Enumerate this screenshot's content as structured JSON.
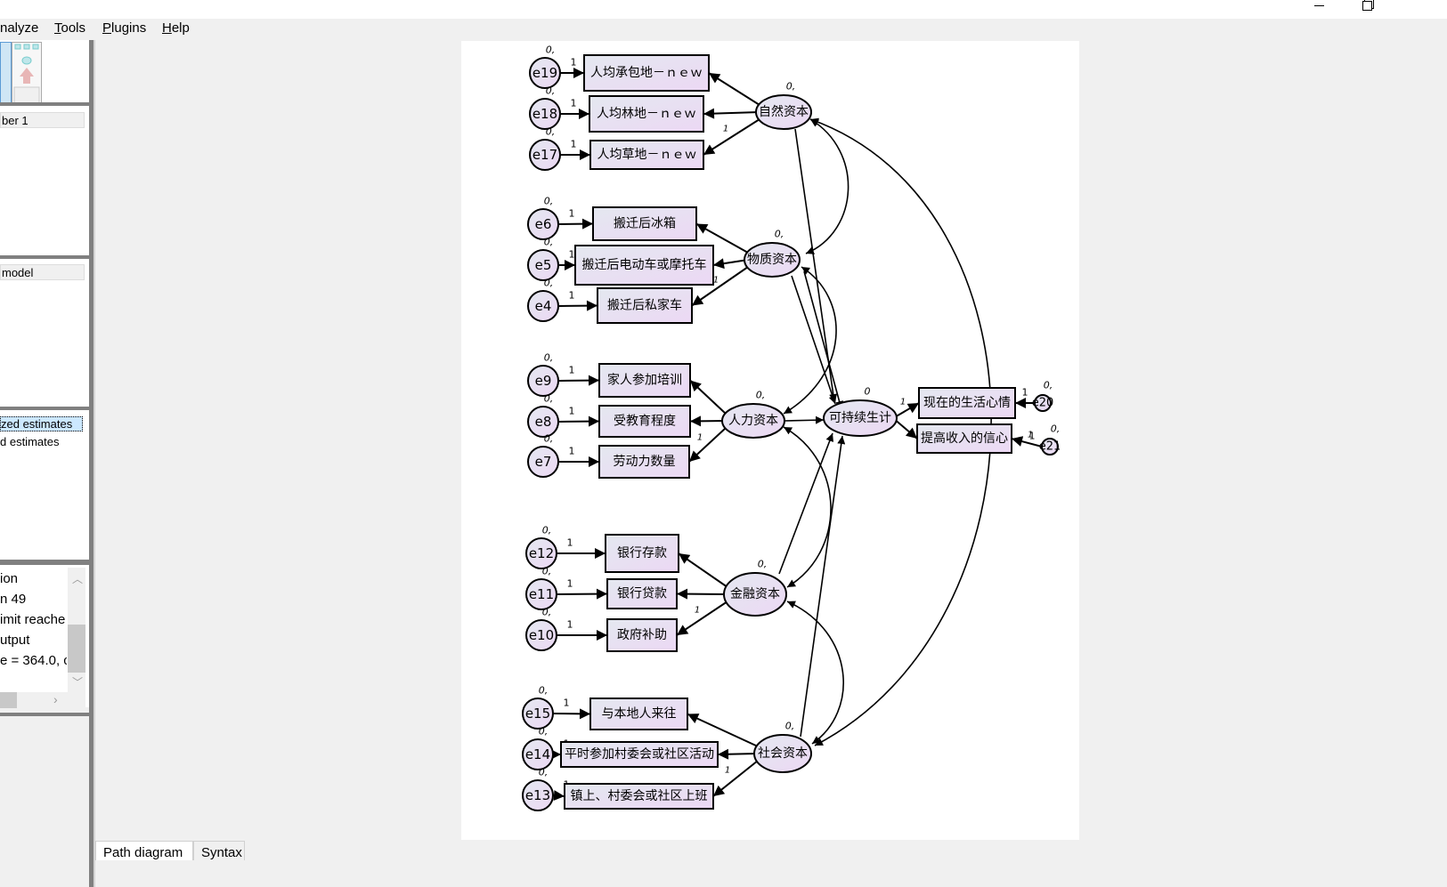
{
  "window": {
    "minimize_label": "—",
    "restore_label": "❐"
  },
  "menu": [
    "nalyze",
    "Tools",
    "Plugins",
    "Help"
  ],
  "menu_underline": [
    "",
    "T",
    "P",
    "H"
  ],
  "left_panel": {
    "groups_field": "ber 1",
    "models_field": "model",
    "estimates": [
      {
        "label": "zed estimates",
        "selected": true
      },
      {
        "label": "d estimates",
        "selected": false
      }
    ],
    "messages": [
      "ion",
      "n 49",
      "imit reache",
      "utput",
      "e = 364.0, c"
    ]
  },
  "tabs": [
    "Path diagram",
    "Syntax"
  ],
  "diagram": {
    "latent": [
      {
        "id": "natural",
        "label": "自然资本",
        "variance": "0,"
      },
      {
        "id": "physical",
        "label": "物质资本",
        "variance": "0,"
      },
      {
        "id": "human",
        "label": "人力资本",
        "variance": "0,"
      },
      {
        "id": "financial",
        "label": "金融资本",
        "variance": "0,"
      },
      {
        "id": "social",
        "label": "社会资本",
        "variance": "0,"
      },
      {
        "id": "livelihood",
        "label": "可持续生计",
        "variance": "0"
      }
    ],
    "observed": [
      {
        "label": "人均承包地－ｎｅｗ",
        "error": "e19",
        "factor": "natural"
      },
      {
        "label": "人均林地－ｎｅｗ",
        "error": "e18",
        "factor": "natural"
      },
      {
        "label": "人均草地－ｎｅｗ",
        "error": "e17",
        "factor": "natural"
      },
      {
        "label": "搬迁后冰箱",
        "error": "e6",
        "factor": "physical"
      },
      {
        "label": "搬迁后电动车或摩托车",
        "error": "e5",
        "factor": "physical"
      },
      {
        "label": "搬迁后私家车",
        "error": "e4",
        "factor": "physical"
      },
      {
        "label": "家人参加培训",
        "error": "e9",
        "factor": "human"
      },
      {
        "label": "受教育程度",
        "error": "e8",
        "factor": "human"
      },
      {
        "label": "劳动力数量",
        "error": "e7",
        "factor": "human"
      },
      {
        "label": "银行存款",
        "error": "e12",
        "factor": "financial"
      },
      {
        "label": "银行贷款",
        "error": "e11",
        "factor": "financial"
      },
      {
        "label": "政府补助",
        "error": "e10",
        "factor": "financial"
      },
      {
        "label": "与本地人来往",
        "error": "e15",
        "factor": "social"
      },
      {
        "label": "平时参加村委会或社区活动",
        "error": "e14",
        "factor": "social"
      },
      {
        "label": "镇上、村委会或社区上班",
        "error": "e13",
        "factor": "social"
      },
      {
        "label": "现在的生活心情",
        "error": "e20",
        "factor": "livelihood"
      },
      {
        "label": "提高收入的信心",
        "error": "e21",
        "factor": "livelihood"
      }
    ],
    "error_variance_label": "0,",
    "fixed_path_label": "1",
    "colors": {
      "node_fill_start": "#e4e8f0",
      "node_fill_end": "#ecd8f4",
      "stroke": "#000000"
    }
  }
}
